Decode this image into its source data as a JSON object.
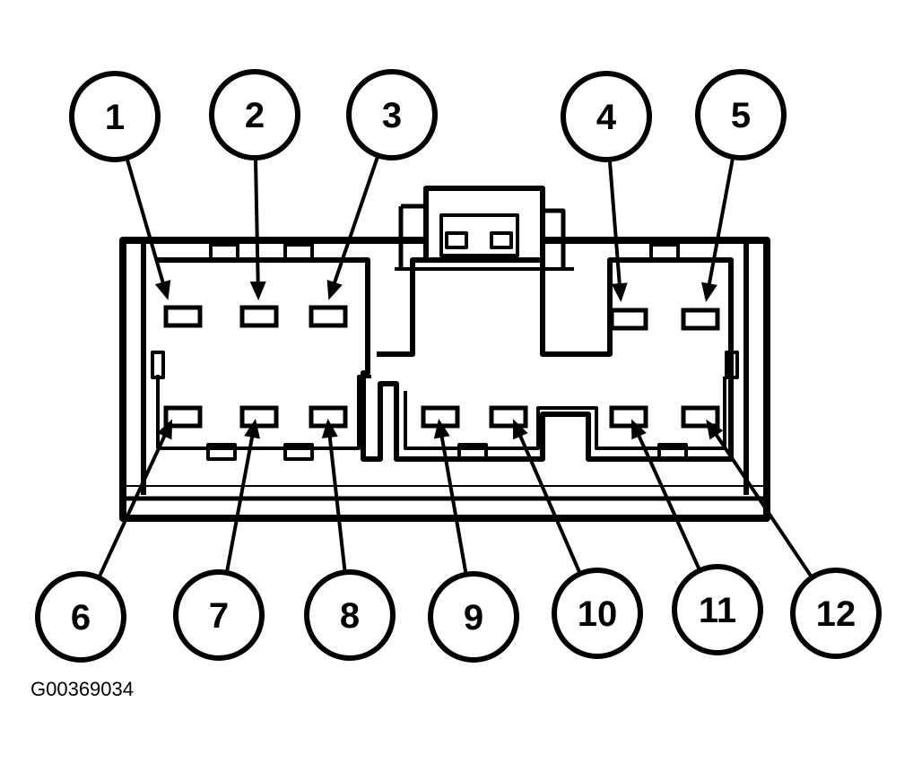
{
  "figure_id": "G00369034",
  "colors": {
    "ink": "#000000",
    "background": "#ffffff"
  },
  "pins": [
    {
      "label": "1"
    },
    {
      "label": "2"
    },
    {
      "label": "3"
    },
    {
      "label": "4"
    },
    {
      "label": "5"
    },
    {
      "label": "6"
    },
    {
      "label": "7"
    },
    {
      "label": "8"
    },
    {
      "label": "9"
    },
    {
      "label": "10"
    },
    {
      "label": "11"
    },
    {
      "label": "12"
    }
  ]
}
